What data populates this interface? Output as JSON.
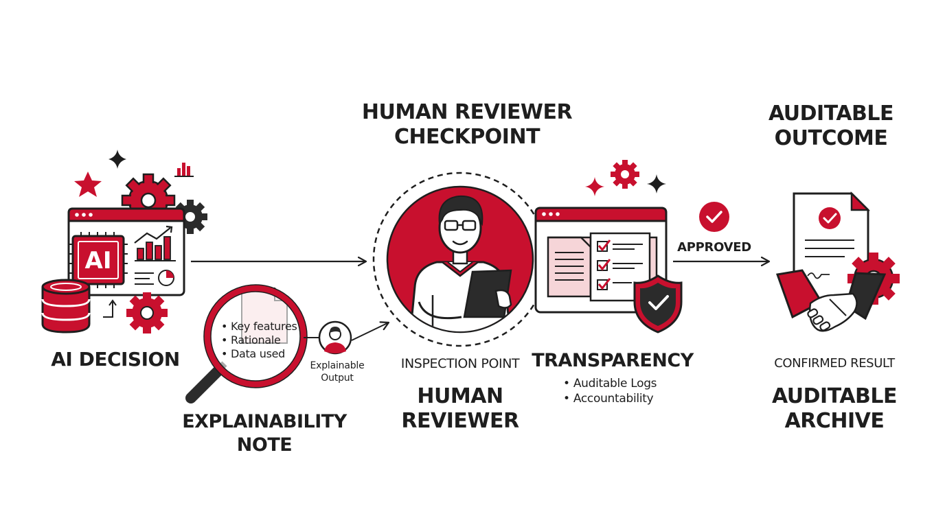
{
  "stages": {
    "ai_decision": {
      "label": "AI DECISION",
      "badge": "AI"
    },
    "explainability": {
      "title_line1": "EXPLAINABILITY",
      "title_line2": "NOTE",
      "bullets": [
        "Key features",
        "Rationale",
        "Data used"
      ],
      "output_line1": "Explainable",
      "output_line2": "Output"
    },
    "checkpoint": {
      "title_line1": "HUMAN REVIEWER",
      "title_line2": "CHECKPOINT",
      "inspection": "INSPECTION POINT",
      "reviewer_line1": "HUMAN",
      "reviewer_line2": "REVIEWER"
    },
    "transparency": {
      "title": "TRANSPARENCY",
      "bullets": [
        "Auditable Logs",
        "Accountability"
      ]
    },
    "approval": {
      "label": "APPROVED"
    },
    "outcome": {
      "title_line1": "AUDITABLE",
      "title_line2": "OUTCOME",
      "confirmed": "CONFIRMED RESULT",
      "archive_line1": "AUDITABLE",
      "archive_line2": "ARCHIVE"
    }
  },
  "colors": {
    "accent": "#c8102e",
    "ink": "#1e1e1e",
    "light_accent": "#f6d5d8",
    "dark": "#2b2b2b"
  },
  "icons": [
    "star-icon",
    "sparkle-icon",
    "gear-icon",
    "bar-chart-icon",
    "database-icon",
    "magnifier-icon",
    "person-icon",
    "tablet-icon",
    "checklist-icon",
    "shield-check-icon",
    "check-circle-icon",
    "document-icon",
    "handshake-icon",
    "arrow-icon"
  ]
}
